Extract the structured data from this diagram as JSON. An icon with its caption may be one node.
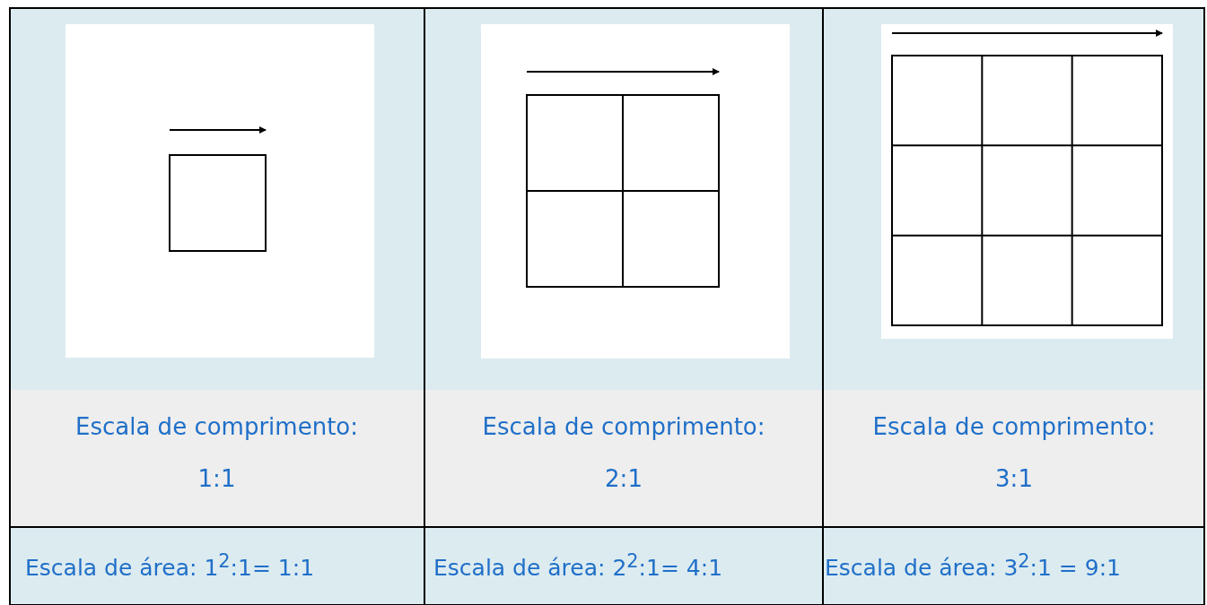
{
  "diagram": {
    "labels": [
      "Escala de comprimento: 1:1",
      "Escala de comprimento: 2:1",
      "Escala de comprimento: 3:1",
      "Escala de área: 1$^{2}$:1= 1:1",
      "Escala de área: 2$^{2}$:1= 4:1",
      "Escala de área: 3$^{2}$:1 = 9:1"
    ]
  }
}
